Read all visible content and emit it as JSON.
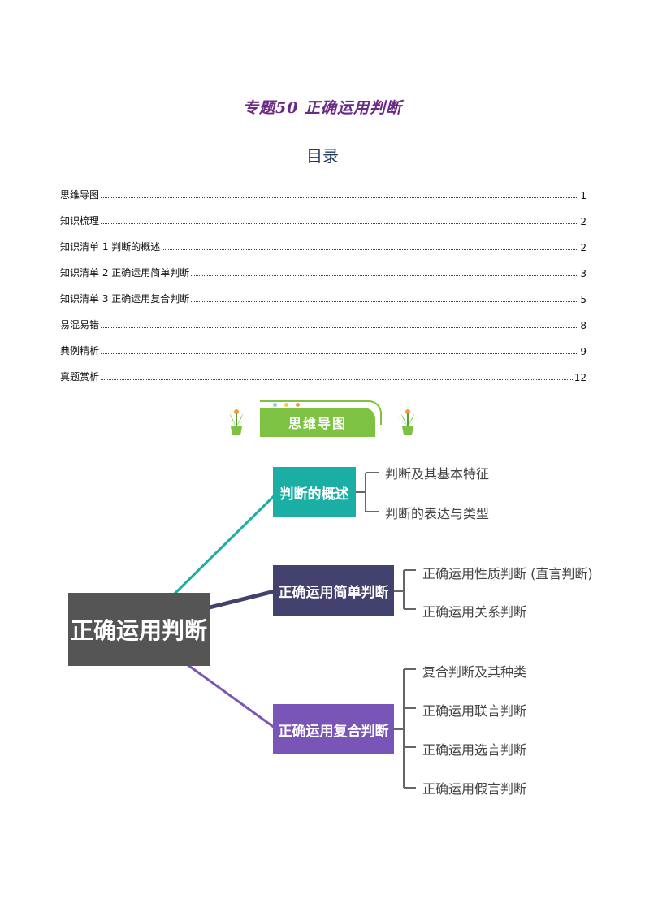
{
  "title": "专题50 正确运用判断",
  "toc": {
    "heading": "目录",
    "items": [
      {
        "label": "思维导图",
        "page": "1"
      },
      {
        "label": "知识梳理",
        "page": "2"
      },
      {
        "label": "知识清单 1 判断的概述",
        "page": "2"
      },
      {
        "label": "知识清单 2 正确运用简单判断",
        "page": "3"
      },
      {
        "label": "知识清单 3 正确运用复合判断",
        "page": "5"
      },
      {
        "label": "易混易错",
        "page": "8"
      },
      {
        "label": "典例精析",
        "page": "9"
      },
      {
        "label": "真题赏析",
        "page": "12"
      }
    ]
  },
  "banner": {
    "label": "思维导图",
    "color": "#7dc242"
  },
  "mindmap": {
    "root": {
      "label": "正确运用判断",
      "color": "#555555"
    },
    "branches": [
      {
        "label": "判断的概述",
        "color": "#1aaea4",
        "leaves": [
          "判断及其基本特征",
          "判断的表达与类型"
        ]
      },
      {
        "label": "正确运用简单判断",
        "color": "#43426e",
        "leaves": [
          "正确运用性质判断 (直言判断)",
          "正确运用关系判断"
        ]
      },
      {
        "label": "正确运用复合判断",
        "color": "#7a55b8",
        "leaves": [
          "复合判断及其种类",
          "正确运用联言判断",
          "正确运用选言判断",
          "正确运用假言判断"
        ]
      }
    ]
  }
}
